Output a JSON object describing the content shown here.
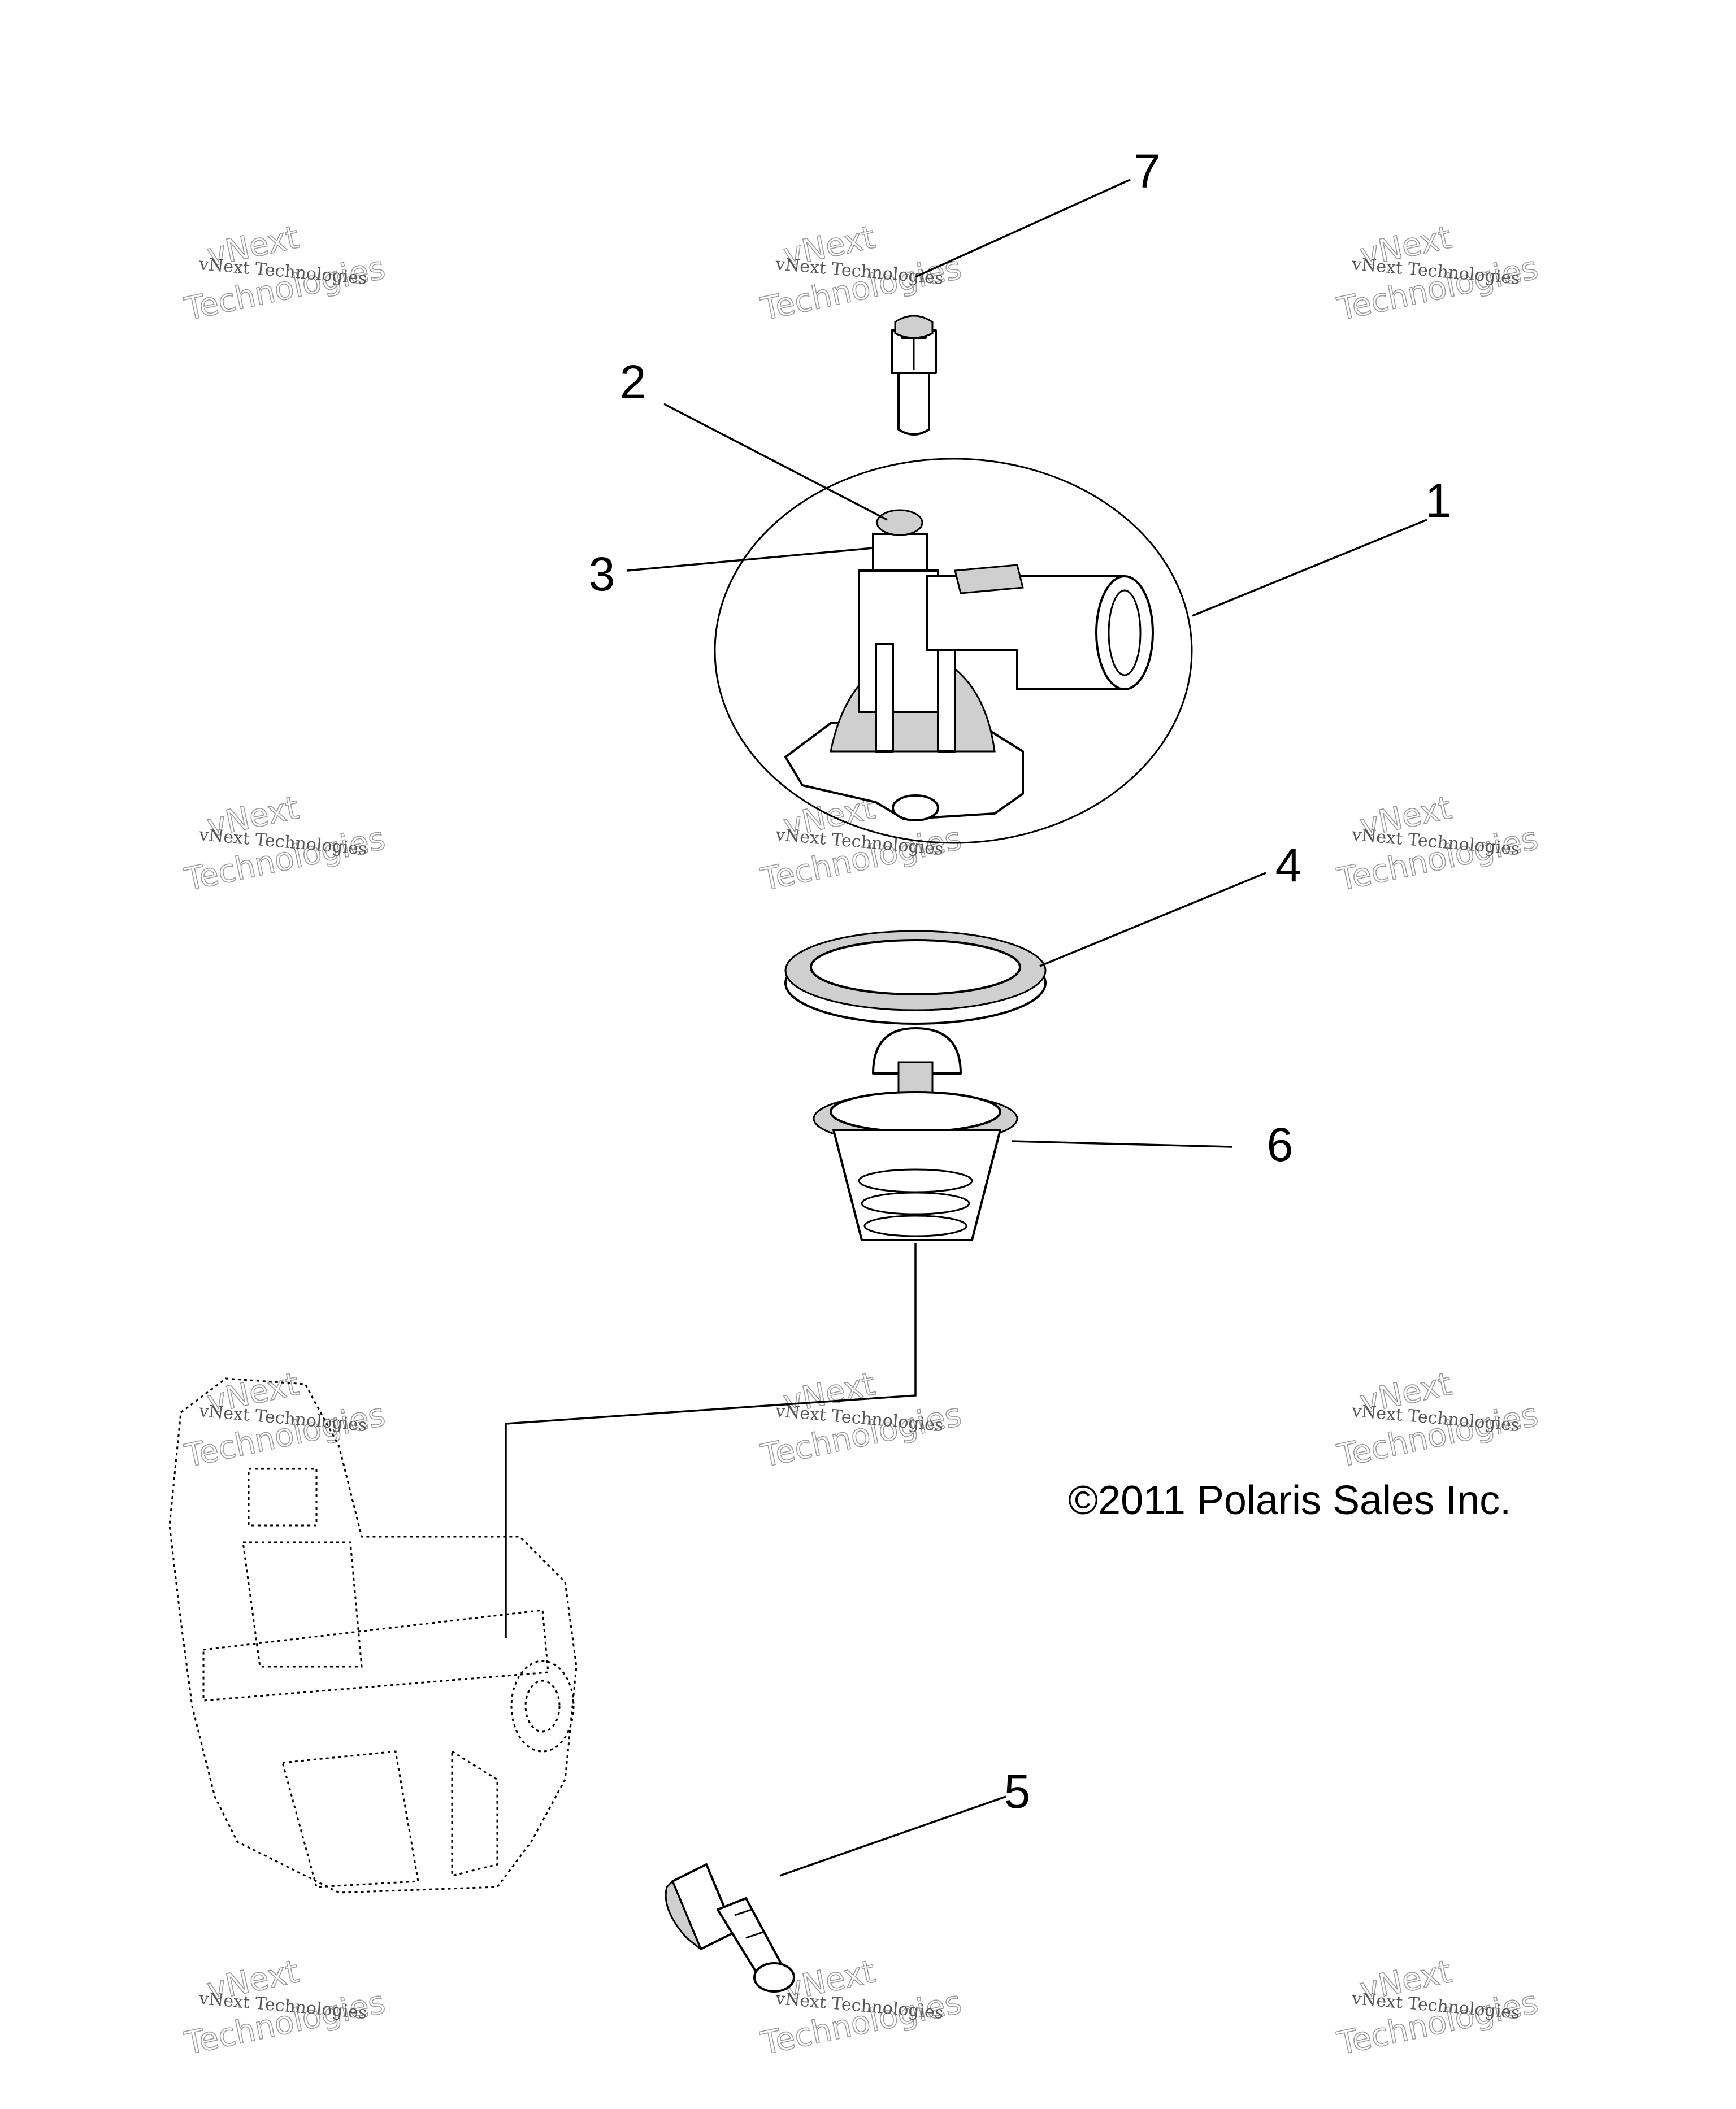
{
  "callouts": [
    {
      "id": "1",
      "label": "1"
    },
    {
      "id": "2",
      "label": "2"
    },
    {
      "id": "3",
      "label": "3"
    },
    {
      "id": "4",
      "label": "4"
    },
    {
      "id": "5",
      "label": "5"
    },
    {
      "id": "6",
      "label": "6"
    },
    {
      "id": "7",
      "label": "7"
    }
  ],
  "copyright": "©2011 Polaris Sales Inc.",
  "watermark": {
    "line1": "vNext Technologies",
    "line2": "vNext",
    "line3": "Technologies"
  }
}
